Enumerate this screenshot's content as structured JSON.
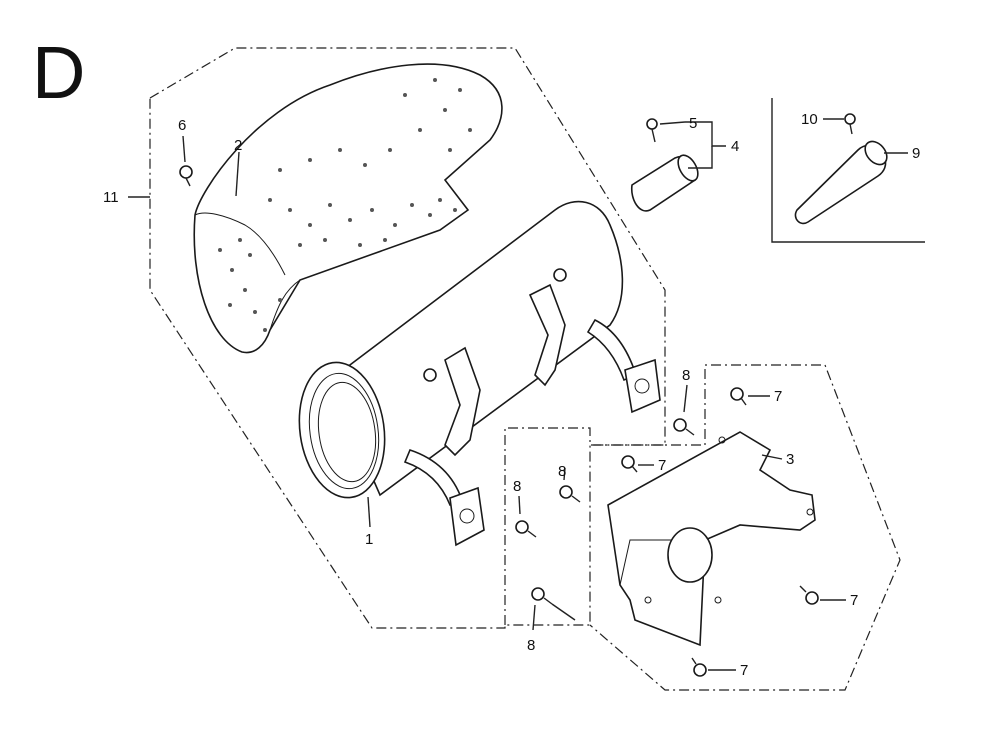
{
  "diagram": {
    "section_letter": "D",
    "callouts": {
      "c1": "1",
      "c2": "2",
      "c3": "3",
      "c4": "4",
      "c5": "5",
      "c6": "6",
      "c7a": "7",
      "c7b": "7",
      "c7c": "7",
      "c7d": "7",
      "c8a": "8",
      "c8b": "8",
      "c8c": "8",
      "c8d": "8",
      "c9": "9",
      "c10": "10",
      "c11": "11"
    }
  }
}
